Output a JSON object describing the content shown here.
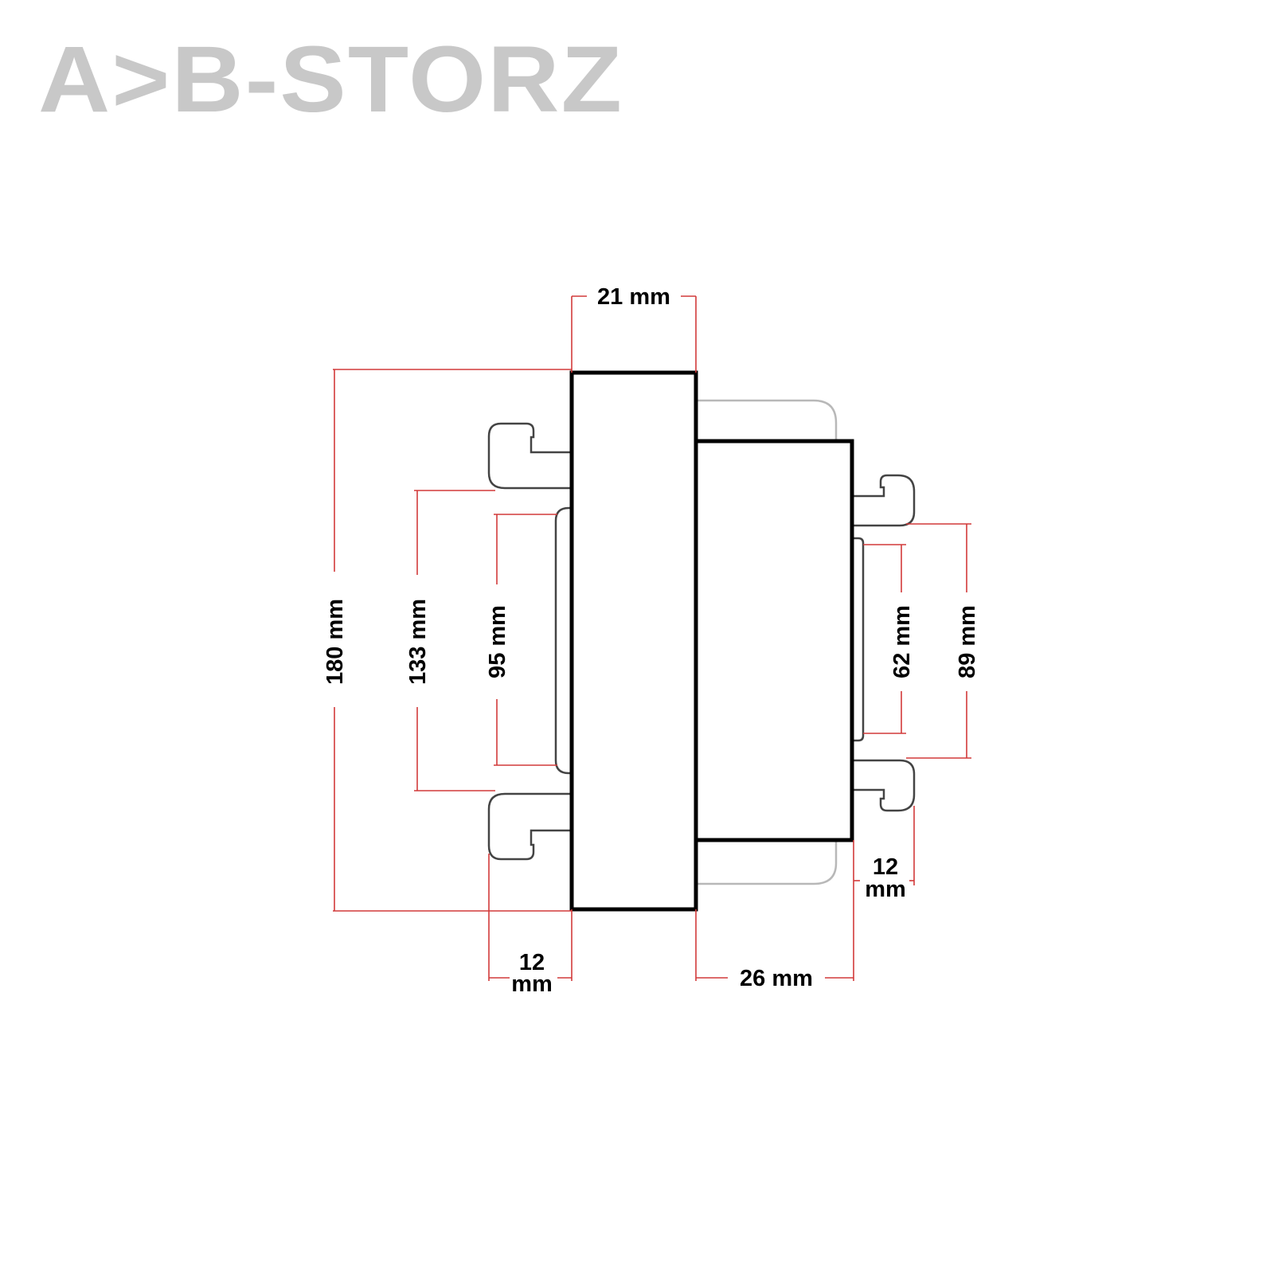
{
  "brand": {
    "text": "A>B-STORZ"
  },
  "dimensions": {
    "d21": "21 mm",
    "d180": "180 mm",
    "d133": "133 mm",
    "d95": "95 mm",
    "d62": "62 mm",
    "d89": "89 mm",
    "d12_left_value": "12",
    "d12_left_unit": "mm",
    "d12_right_value": "12",
    "d12_right_unit": "mm",
    "d26": "26 mm"
  },
  "colors": {
    "dimension_line": "#d23a3a",
    "outline": "#000000",
    "hidden_outline": "#b8b8b8",
    "brand": "#c8c8c8"
  }
}
